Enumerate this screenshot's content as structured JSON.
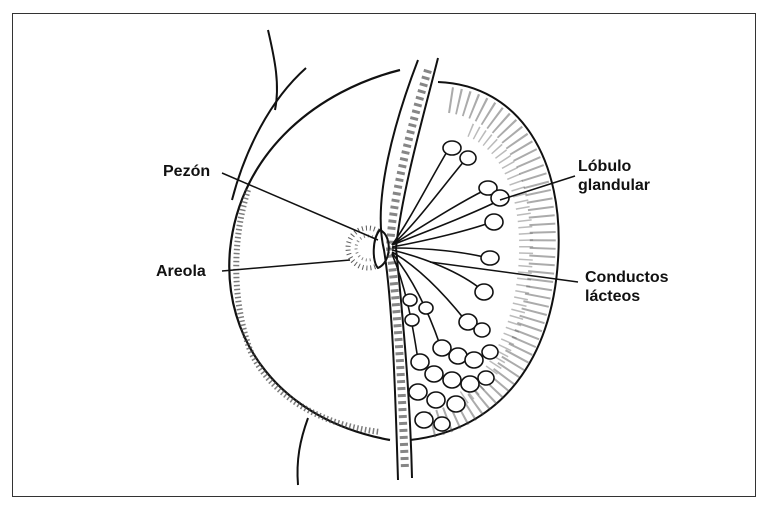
{
  "labels": {
    "nipple": "Pezón",
    "areola": "Areola",
    "lobule": [
      "Lóbulo",
      "glandular"
    ],
    "ducts": [
      "Conductos",
      "lácteos"
    ]
  },
  "colors": {
    "ink": "#111111",
    "frame": "#333333",
    "background": "#ffffff"
  }
}
